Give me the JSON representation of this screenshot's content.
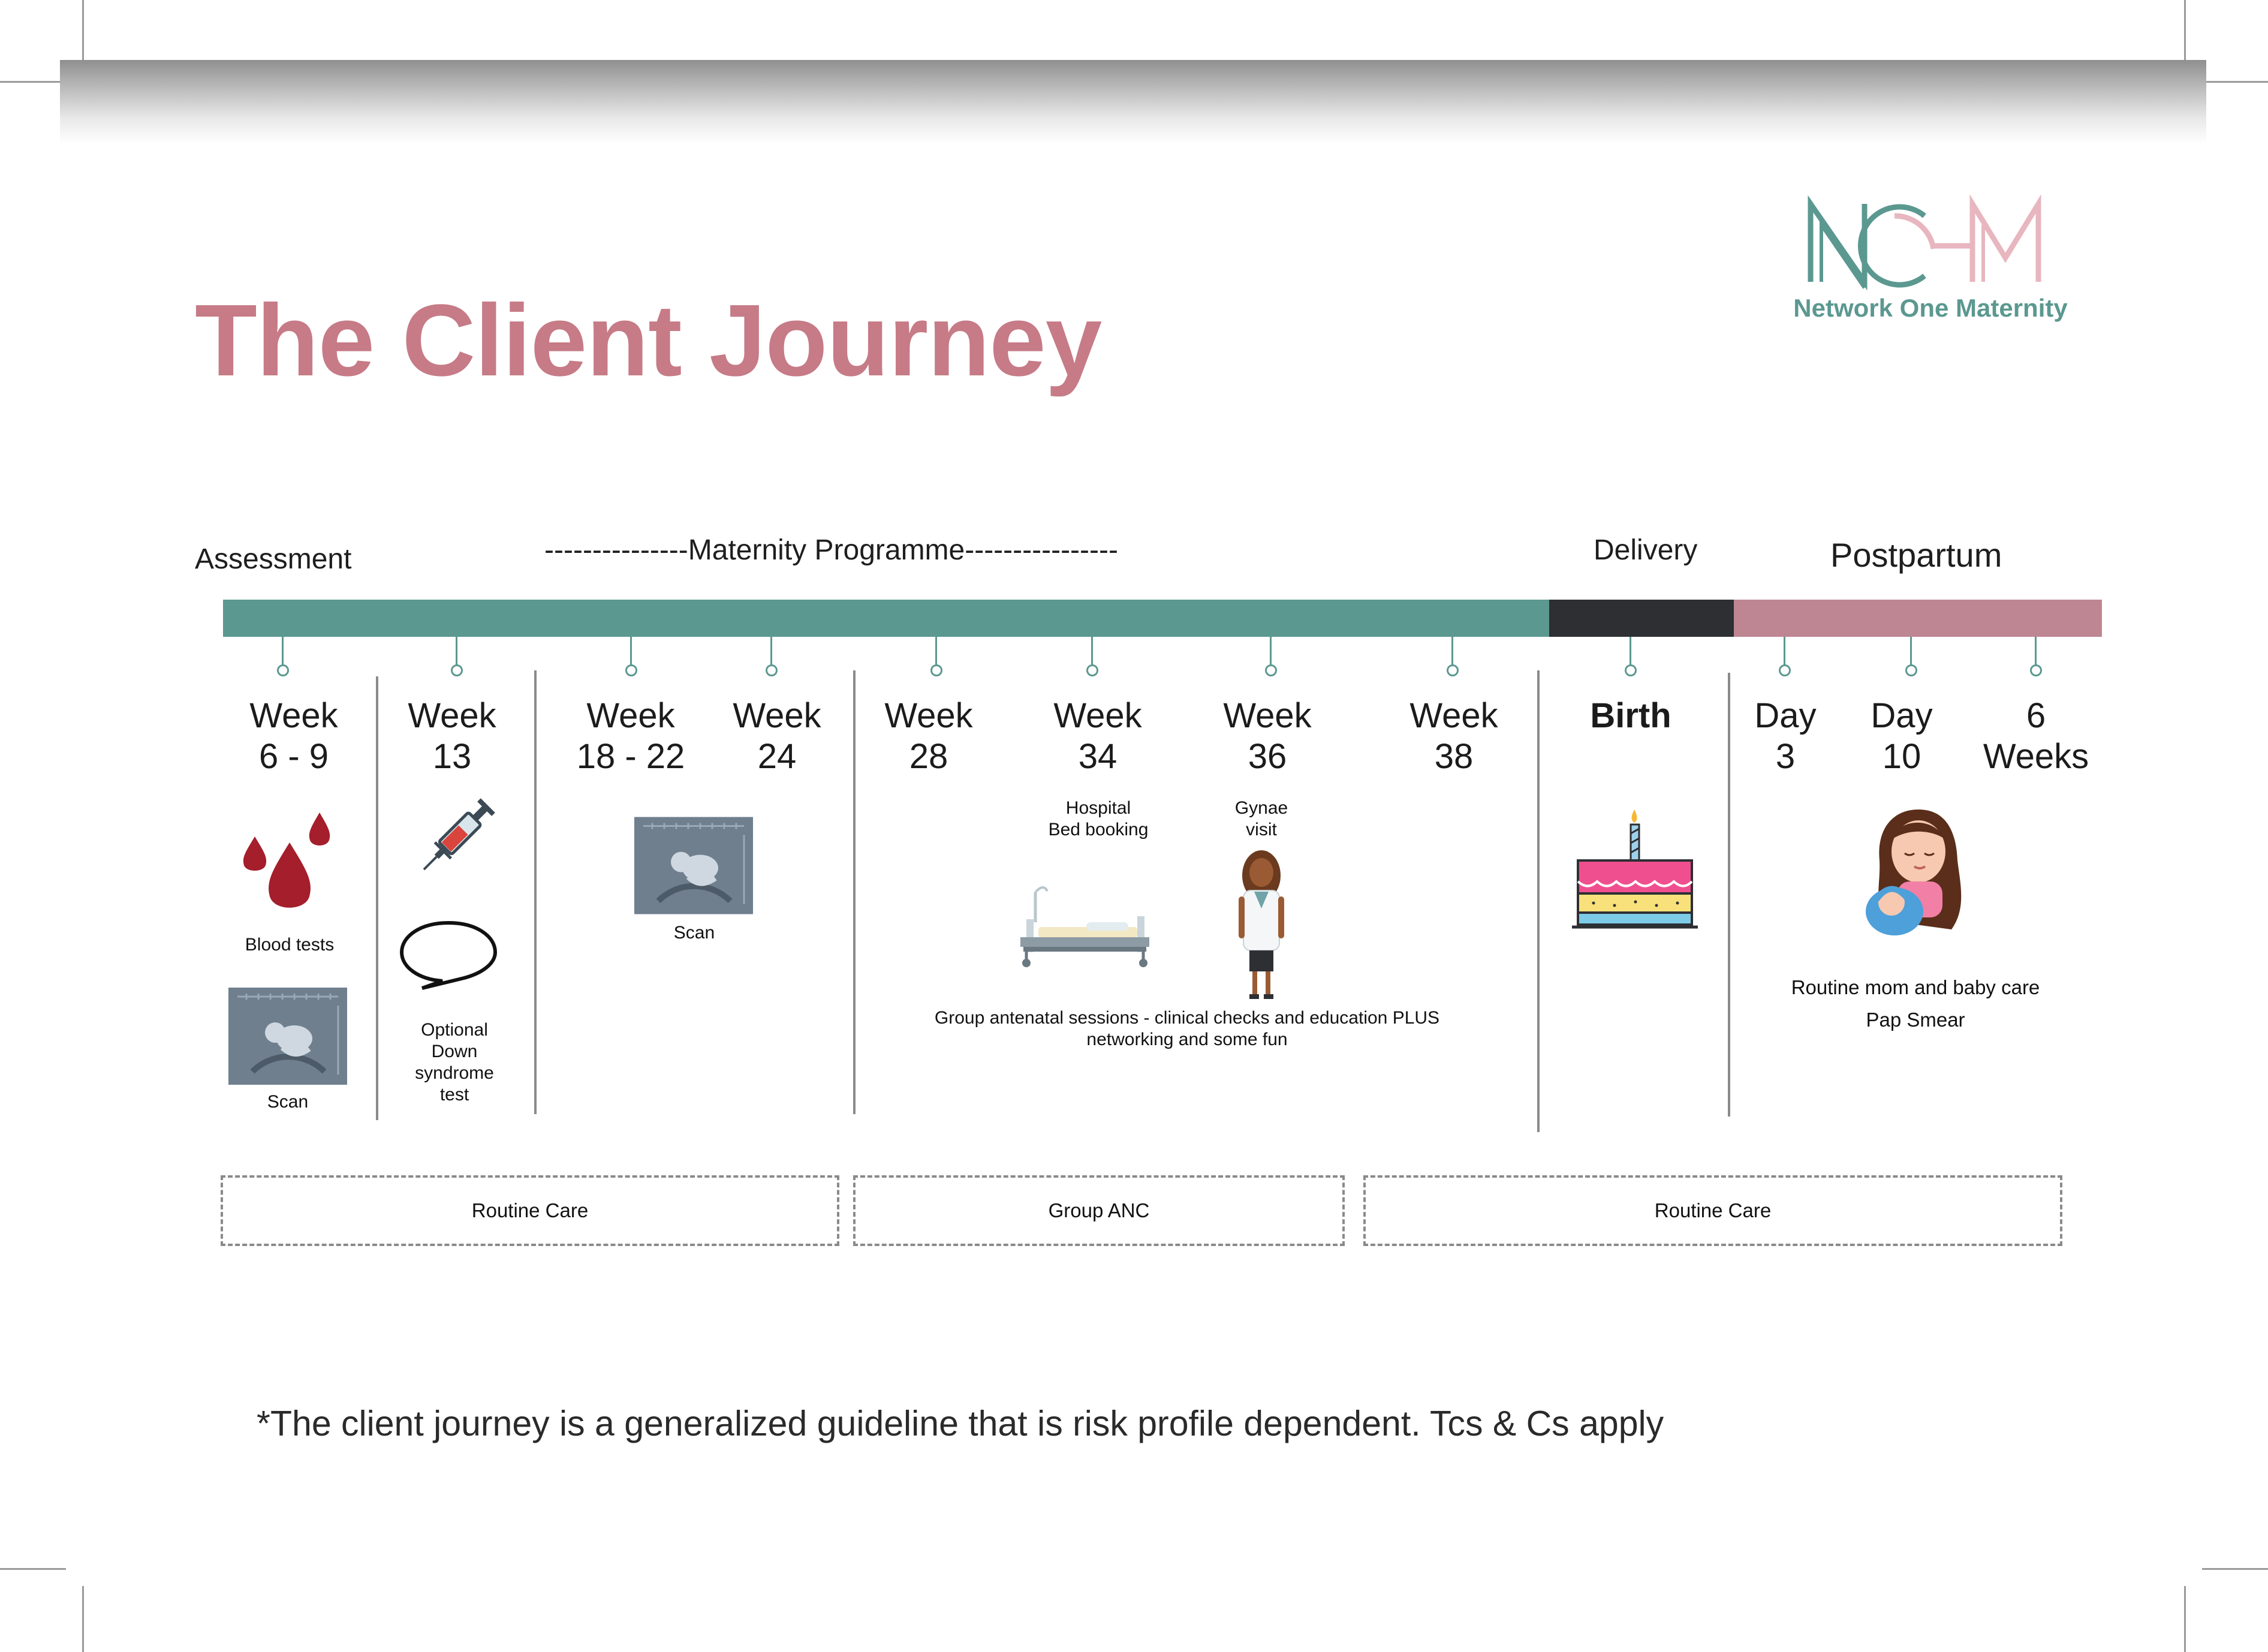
{
  "title": "The Client Journey",
  "logo": {
    "mark": "NOM",
    "name": "Network One Maternity"
  },
  "colors": {
    "teal": "#5b9890",
    "dark": "#2d2f33",
    "pink": "#be8592",
    "title": "#c67b86"
  },
  "phases": {
    "assessment": "Assessment",
    "maternity": "---------------Maternity Programme----------------",
    "delivery": "Delivery",
    "postpartum": "Postpartum"
  },
  "milestones": [
    {
      "line1": "Week",
      "line2": "6 - 9"
    },
    {
      "line1": "Week",
      "line2": "13"
    },
    {
      "line1": "Week",
      "line2": "18 - 22"
    },
    {
      "line1": "Week",
      "line2": "24"
    },
    {
      "line1": "Week",
      "line2": "28"
    },
    {
      "line1": "Week",
      "line2": "34"
    },
    {
      "line1": "Week",
      "line2": "36"
    },
    {
      "line1": "Week",
      "line2": "38"
    },
    {
      "line1": "Birth",
      "line2": ""
    },
    {
      "line1": "Day",
      "line2": "3"
    },
    {
      "line1": "Day",
      "line2": "10"
    },
    {
      "line1": "6",
      "line2": "Weeks"
    }
  ],
  "captions": {
    "blood_tests": "Blood tests",
    "scan_1": "Scan",
    "optional_1": "Optional",
    "optional_2": "Down",
    "optional_3": "syndrome",
    "optional_4": "test",
    "scan_2": "Scan",
    "hospital_1": "Hospital",
    "hospital_2": "Bed booking",
    "gynae_1": "Gynae",
    "gynae_2": "visit",
    "group_1": "Group antenatal sessions - clinical checks and education PLUS",
    "group_2": "networking and some fun",
    "postpartum_1": "Routine mom and baby care",
    "postpartum_2": "Pap Smear"
  },
  "care_boxes": [
    "Routine Care",
    "Group ANC",
    "Routine Care"
  ],
  "icons": [
    "blood-drops-icon",
    "ultrasound-scan-icon",
    "syringe-icon",
    "speech-bubble-icon",
    "hospital-bed-icon",
    "doctor-icon",
    "birthday-cake-icon",
    "mother-baby-icon"
  ],
  "footnote": "*The client journey is a generalized guideline that is risk profile dependent. Tcs & Cs apply"
}
